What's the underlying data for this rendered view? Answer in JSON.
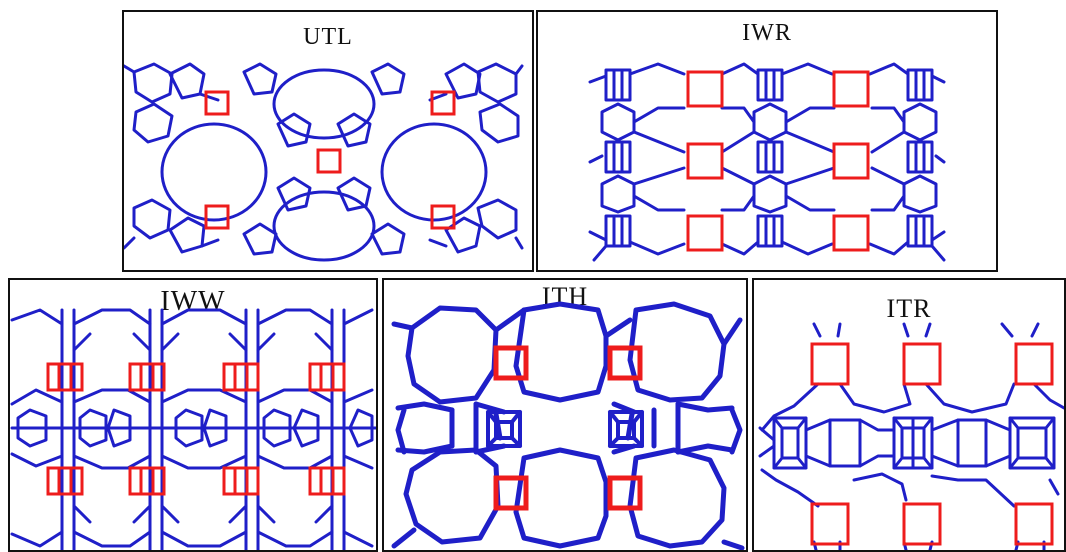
{
  "panels": {
    "utl": {
      "title": "UTL"
    },
    "iwr": {
      "title": "IWR"
    },
    "iww": {
      "title": "IWW"
    },
    "ith": {
      "title": "ITH"
    },
    "itr": {
      "title": "ITR"
    }
  },
  "colors": {
    "framework": "#1f1fc8",
    "double_four_ring": "#ee1c1c",
    "border": "#111111",
    "background": "#ffffff"
  }
}
